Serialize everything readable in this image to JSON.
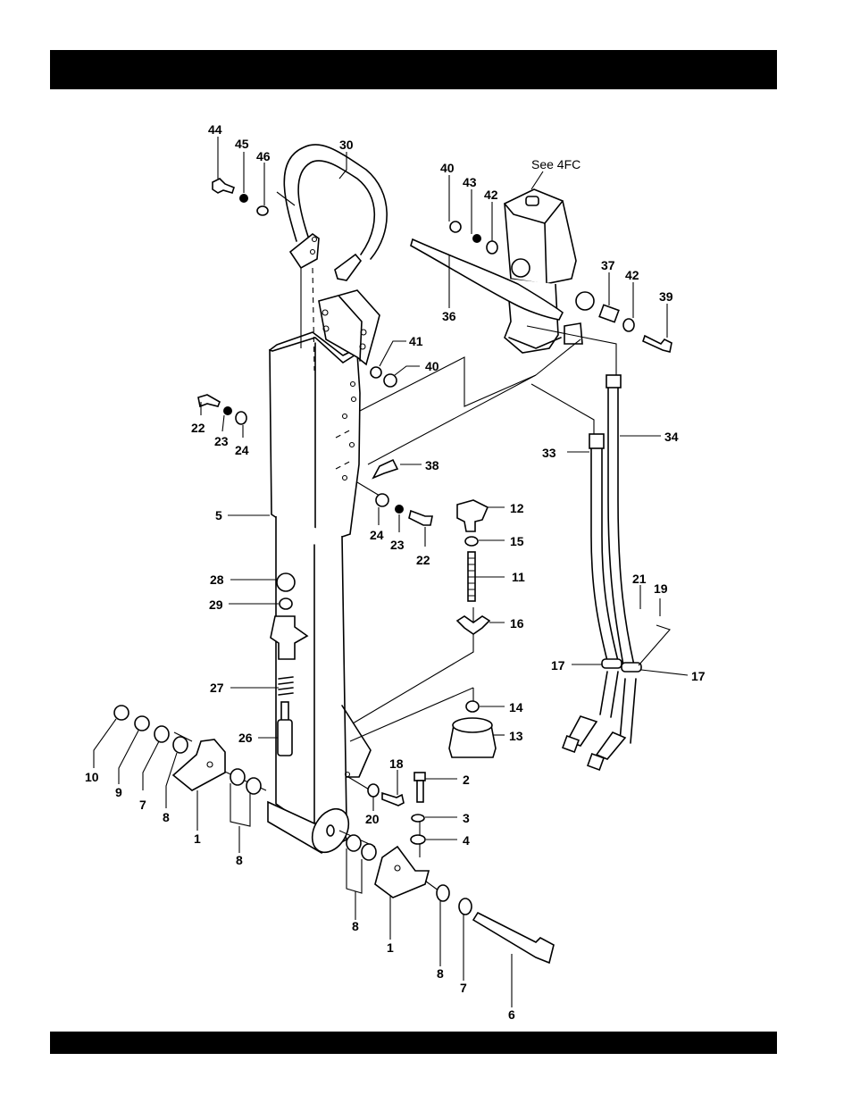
{
  "page": {
    "header_text": "",
    "footer_text": ""
  },
  "diagram": {
    "type": "exploded-parts-view",
    "reference_note": "See 4FC",
    "callouts": [
      {
        "id": "c44",
        "label": "44",
        "part": "bolt"
      },
      {
        "id": "c45",
        "label": "45",
        "part": "lock-washer"
      },
      {
        "id": "c46",
        "label": "46",
        "part": "flat-washer"
      },
      {
        "id": "c30",
        "label": "30",
        "part": "handle"
      },
      {
        "id": "c40a",
        "label": "40",
        "part": "nut"
      },
      {
        "id": "c43",
        "label": "43",
        "part": "lock-washer"
      },
      {
        "id": "c42a",
        "label": "42",
        "part": "washer"
      },
      {
        "id": "c36",
        "label": "36",
        "part": "lever"
      },
      {
        "id": "c37",
        "label": "37",
        "part": "spacer"
      },
      {
        "id": "c42b",
        "label": "42",
        "part": "washer"
      },
      {
        "id": "c39",
        "label": "39",
        "part": "bolt"
      },
      {
        "id": "c41",
        "label": "41",
        "part": "nut"
      },
      {
        "id": "c40b",
        "label": "40",
        "part": "nut"
      },
      {
        "id": "c22a",
        "label": "22",
        "part": "bolt"
      },
      {
        "id": "c23a",
        "label": "23",
        "part": "lock-washer"
      },
      {
        "id": "c24a",
        "label": "24",
        "part": "washer"
      },
      {
        "id": "c38",
        "label": "38",
        "part": "clip"
      },
      {
        "id": "c33",
        "label": "33",
        "part": "hose"
      },
      {
        "id": "c34",
        "label": "34",
        "part": "hose"
      },
      {
        "id": "c5",
        "label": "5",
        "part": "mast"
      },
      {
        "id": "c24b",
        "label": "24",
        "part": "washer"
      },
      {
        "id": "c23b",
        "label": "23",
        "part": "lock-washer"
      },
      {
        "id": "c22b",
        "label": "22",
        "part": "bolt"
      },
      {
        "id": "c12",
        "label": "12",
        "part": "knob"
      },
      {
        "id": "c15",
        "label": "15",
        "part": "nut"
      },
      {
        "id": "c11",
        "label": "11",
        "part": "threaded-rod"
      },
      {
        "id": "c16",
        "label": "16",
        "part": "wing-nut"
      },
      {
        "id": "c28",
        "label": "28",
        "part": "cap"
      },
      {
        "id": "c29",
        "label": "29",
        "part": "nut"
      },
      {
        "id": "c27",
        "label": "27",
        "part": "spring"
      },
      {
        "id": "c26",
        "label": "26",
        "part": "pin"
      },
      {
        "id": "c21",
        "label": "21",
        "part": "nut"
      },
      {
        "id": "c19",
        "label": "19",
        "part": "lock-washer"
      },
      {
        "id": "c17a",
        "label": "17",
        "part": "clamp"
      },
      {
        "id": "c17b",
        "label": "17",
        "part": "clamp"
      },
      {
        "id": "c14",
        "label": "14",
        "part": "nut"
      },
      {
        "id": "c13",
        "label": "13",
        "part": "rubber-mount"
      },
      {
        "id": "c18",
        "label": "18",
        "part": "bolt"
      },
      {
        "id": "c2",
        "label": "2",
        "part": "bolt"
      },
      {
        "id": "c20",
        "label": "20",
        "part": "washer"
      },
      {
        "id": "c3",
        "label": "3",
        "part": "lock-washer"
      },
      {
        "id": "c4",
        "label": "4",
        "part": "washer"
      },
      {
        "id": "c10",
        "label": "10",
        "part": "nut"
      },
      {
        "id": "c9",
        "label": "9",
        "part": "nut"
      },
      {
        "id": "c7a",
        "label": "7",
        "part": "washer"
      },
      {
        "id": "c8a",
        "label": "8",
        "part": "washer"
      },
      {
        "id": "c1a",
        "label": "1",
        "part": "bracket"
      },
      {
        "id": "c8b",
        "label": "8",
        "part": "washers"
      },
      {
        "id": "c8c",
        "label": "8",
        "part": "washers"
      },
      {
        "id": "c1b",
        "label": "1",
        "part": "bracket"
      },
      {
        "id": "c8d",
        "label": "8",
        "part": "washer"
      },
      {
        "id": "c7b",
        "label": "7",
        "part": "washer"
      },
      {
        "id": "c6",
        "label": "6",
        "part": "pivot-bolt"
      }
    ]
  }
}
